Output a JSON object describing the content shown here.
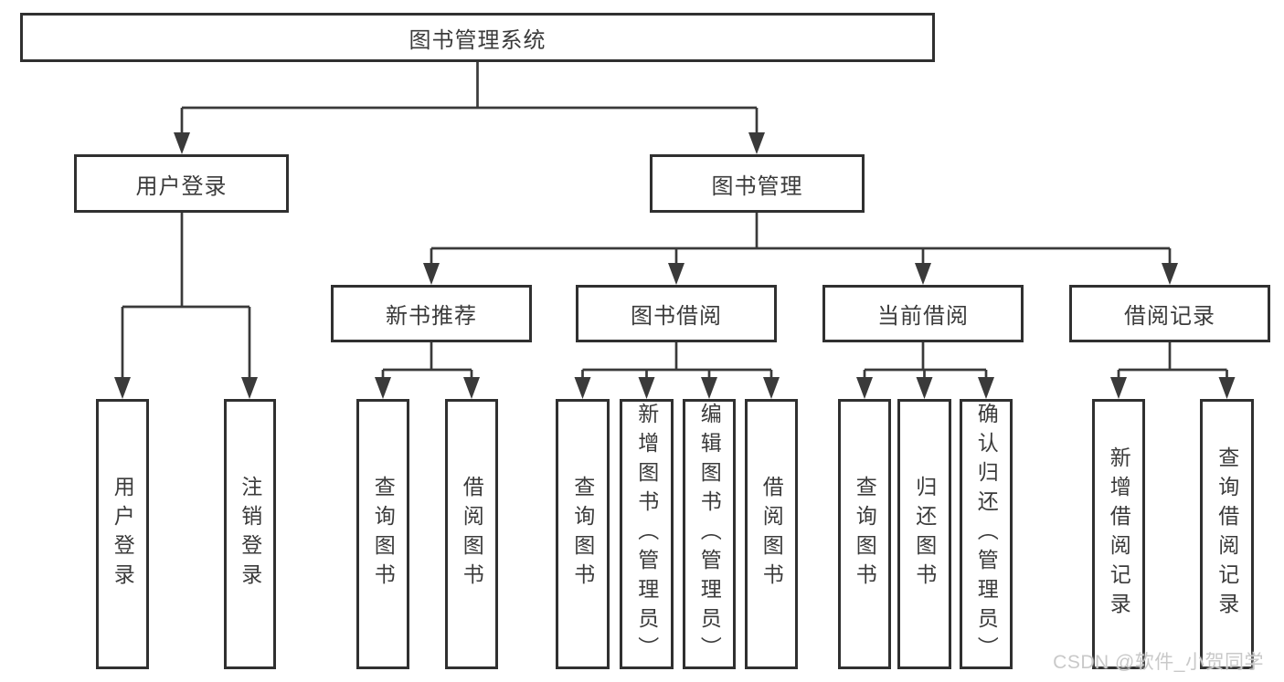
{
  "diagram": {
    "root": {
      "label": "图书管理系统"
    },
    "children": [
      {
        "label": "用户登录",
        "children": [
          {
            "label": "用户登录"
          },
          {
            "label": "注销登录"
          }
        ]
      },
      {
        "label": "图书管理",
        "children": [
          {
            "label": "新书推荐",
            "children": [
              {
                "label": "查询图书"
              },
              {
                "label": "借阅图书"
              }
            ]
          },
          {
            "label": "图书借阅",
            "children": [
              {
                "label": "查询图书"
              },
              {
                "label": "新增图书（管理员）"
              },
              {
                "label": "编辑图书（管理员）"
              },
              {
                "label": "借阅图书"
              }
            ]
          },
          {
            "label": "当前借阅",
            "children": [
              {
                "label": "查询图书"
              },
              {
                "label": "归还图书"
              },
              {
                "label": "确认归还（管理员）"
              }
            ]
          },
          {
            "label": "借阅记录",
            "children": [
              {
                "label": "新增借阅记录"
              },
              {
                "label": "查询借阅记录"
              }
            ]
          }
        ]
      }
    ]
  },
  "watermark": {
    "text": "CSDN @软件_小贺同学"
  },
  "colors": {
    "line": "#3a3a3a",
    "box_border": "#303030",
    "box_fill": "#ffffff",
    "text": "#3b3b3b",
    "watermark": "#c9c9c9",
    "background": "#ffffff"
  }
}
